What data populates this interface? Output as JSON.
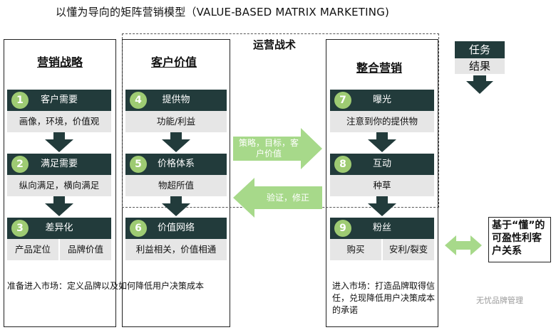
{
  "title": "以懂为导向的矩阵营销模型（VALUE-BASED MATRIX MARKETING)",
  "dashed_label": "运营战术",
  "panels": {
    "strategy": "营销战略",
    "value": "客户价值",
    "integrated": "整合营销"
  },
  "steps": [
    {
      "num": "1",
      "label": "客户需要"
    },
    {
      "num": "2",
      "label": "满足需要"
    },
    {
      "num": "3",
      "label": "差异化"
    },
    {
      "num": "4",
      "label": "提供物"
    },
    {
      "num": "5",
      "label": "价格体系"
    },
    {
      "num": "6",
      "label": "价值网络"
    },
    {
      "num": "7",
      "label": "曝光"
    },
    {
      "num": "8",
      "label": "互动"
    },
    {
      "num": "9",
      "label": "粉丝"
    }
  ],
  "subs": {
    "s1": "画像，环境，价值观",
    "s2": "纵向满足，横向满足",
    "s3a": "产品定位",
    "s3b": "品牌价值",
    "s4": "功能/利益",
    "s5": "物超所值",
    "s6": "利益相关，价值相通",
    "s7": "注意到你的提供物",
    "s8": "种草",
    "s9a": "购买",
    "s9b": "安利/裂变"
  },
  "arrows": {
    "right": "策略，目标，客户价值",
    "left": "验证，修正"
  },
  "notes": {
    "left": "准备进入市场：定义品牌以及如何降低用户决策成本",
    "right": "进入市场：打造品牌取得信任，兑现降低用户决策成本的承诺"
  },
  "task": {
    "top": "任务",
    "bottom": "结果"
  },
  "relation": "基于“懂”的可盈性利客户关系",
  "watermark": "无忧品牌管理",
  "colors": {
    "dark": "#223b3b",
    "green": "#9ecb73",
    "light_green": "#a7d98a",
    "gray": "#e6e6e6"
  }
}
